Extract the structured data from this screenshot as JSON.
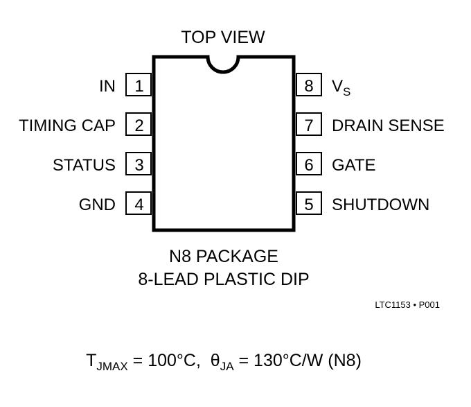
{
  "title": "TOP VIEW",
  "pins_left": [
    {
      "number": "1",
      "name": "IN"
    },
    {
      "number": "2",
      "name": "TIMING CAP"
    },
    {
      "number": "3",
      "name": "STATUS"
    },
    {
      "number": "4",
      "name": "GND"
    }
  ],
  "pins_right": [
    {
      "number": "8",
      "name": "V",
      "name_sub": "S"
    },
    {
      "number": "7",
      "name": "DRAIN SENSE"
    },
    {
      "number": "6",
      "name": "GATE"
    },
    {
      "number": "5",
      "name": "SHUTDOWN"
    }
  ],
  "package_name": "N8 PACKAGE",
  "package_desc": "8-LEAD PLASTIC DIP",
  "figure_id": "LTC1153 • P001",
  "thermal": {
    "tj_symbol": "T",
    "tj_sub": "JMAX",
    "tj_value": " = 100°C,  ",
    "theta_symbol": "θ",
    "theta_sub": "JA",
    "theta_value": " = 130°C/W (N8)"
  }
}
